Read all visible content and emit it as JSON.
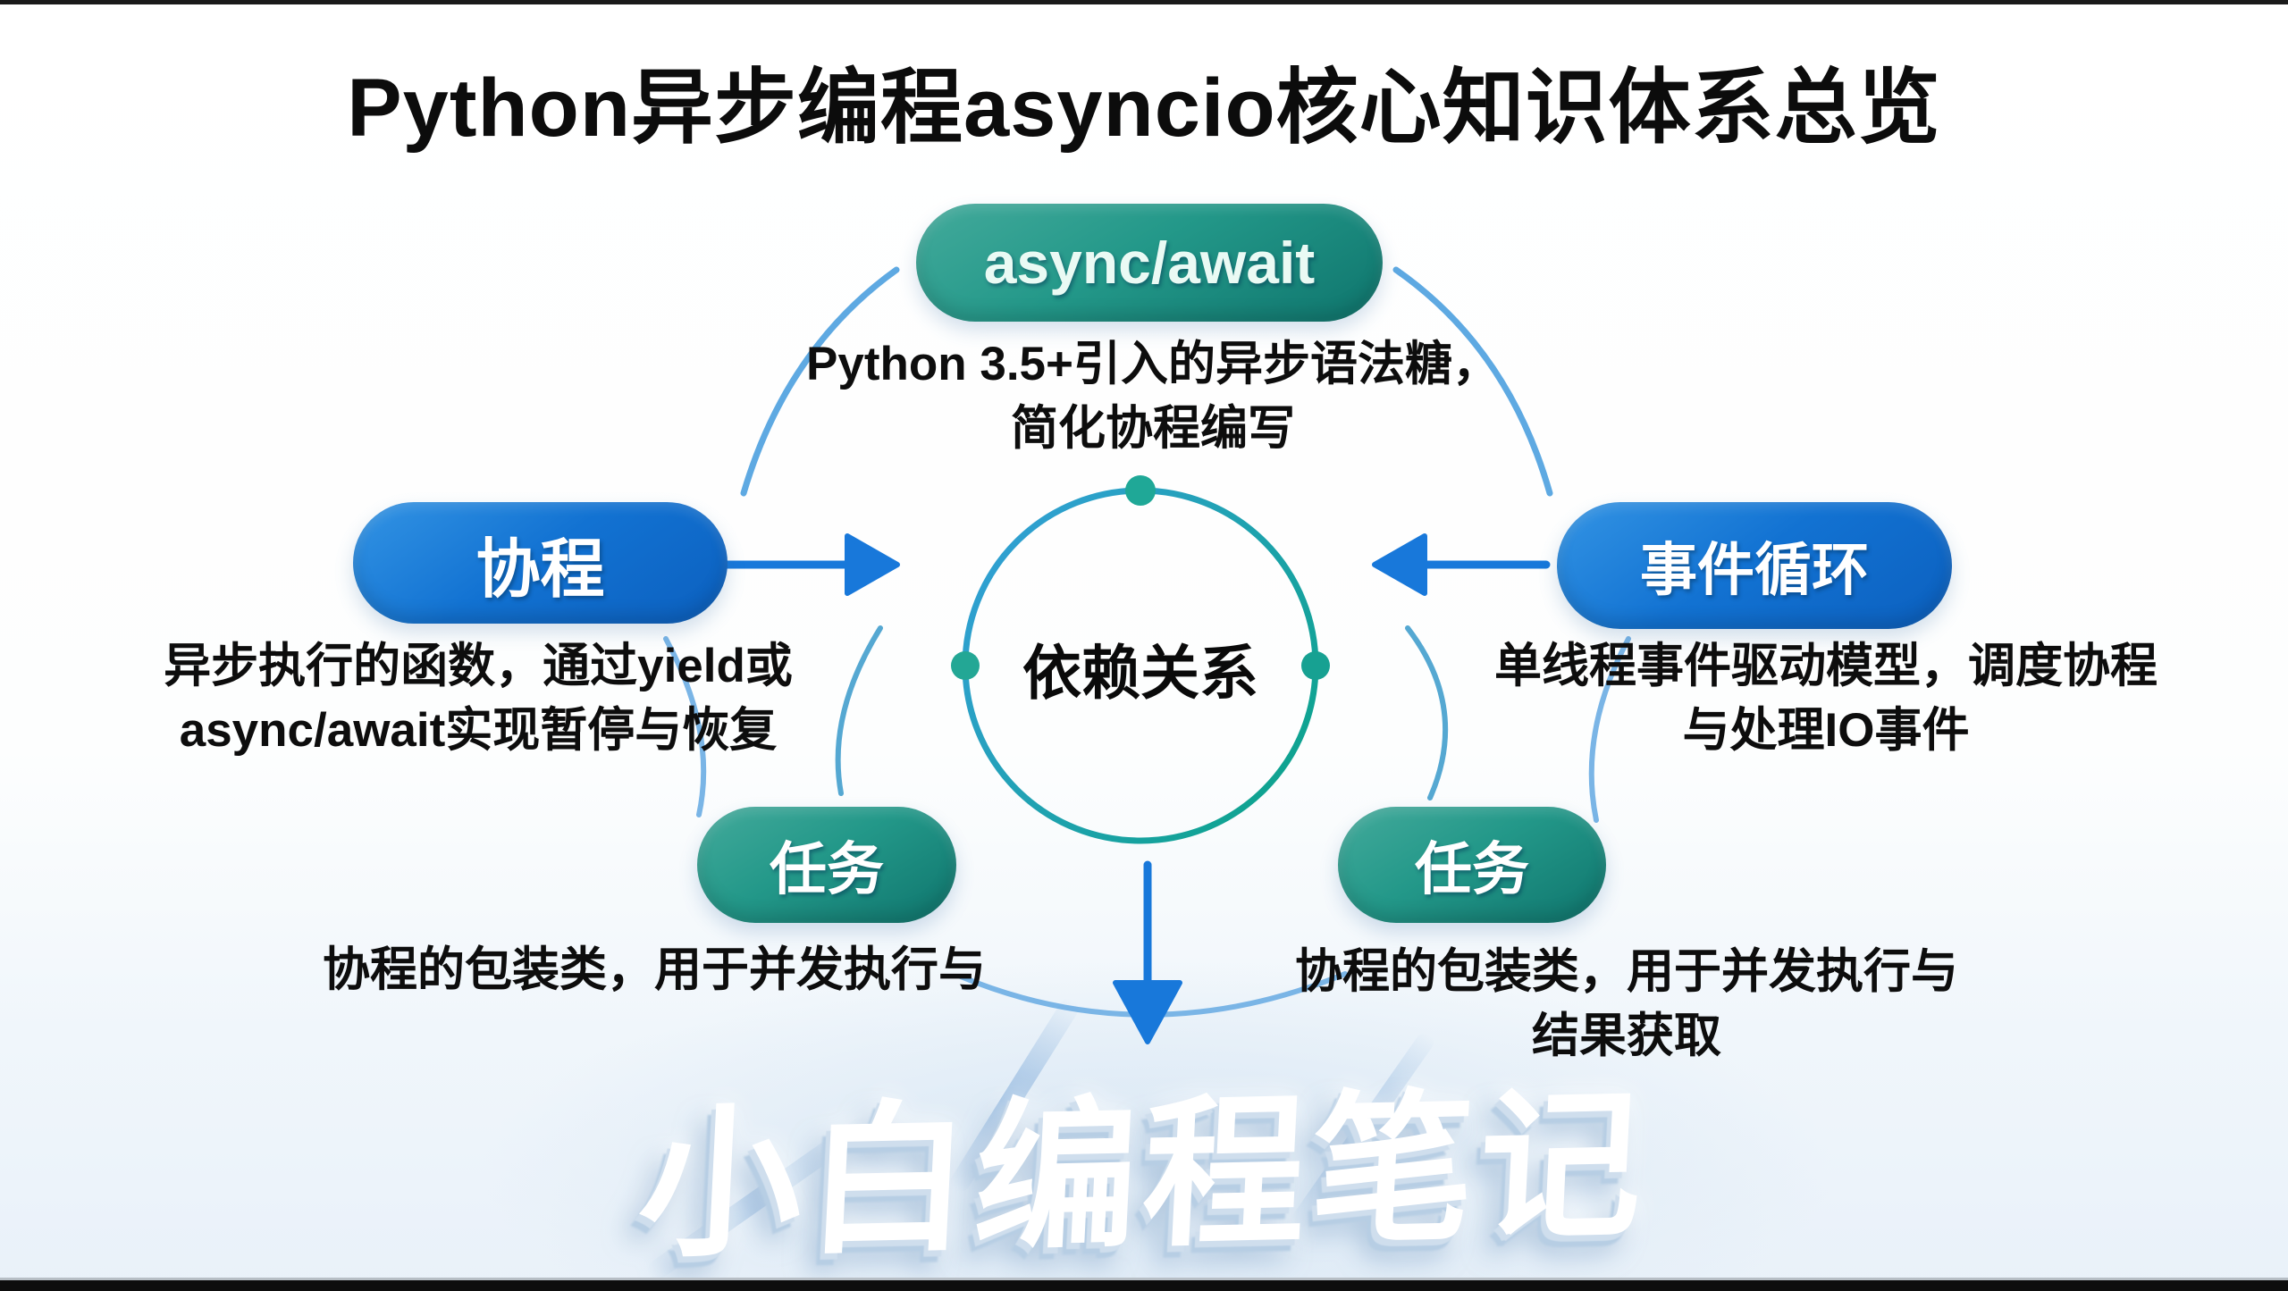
{
  "title": "Python异步编程asyncio核心知识体系总览",
  "center": {
    "label": "依赖关系"
  },
  "nodes": {
    "async_await": {
      "label": "async/await",
      "desc_line1": "Python 3.5+引入的异步语法糖，",
      "desc_line2": "简化协程编写"
    },
    "coroutine": {
      "label": "协程",
      "desc_line1": "异步执行的函数，通过yield或",
      "desc_line2": "async/await实现暂停与恢复"
    },
    "event_loop": {
      "label": "事件循环",
      "desc_line1": "单线程事件驱动模型，调度协程",
      "desc_line2": "与处理IO事件"
    },
    "task_left": {
      "label": "任务",
      "desc_line1": "协程的包装类，用于并发执行与"
    },
    "task_right": {
      "label": "任务",
      "desc_line1": "协程的包装类，用于并发执行与",
      "desc_line2": "结果获取"
    }
  },
  "watermark": "小白编程笔记",
  "colors": {
    "teal": "#23988a",
    "blue": "#1272d2",
    "arrow": "#1878da",
    "arc": "#5ea9e2",
    "arc_light": "#7ab5e6",
    "ring_blue": "#35a0dc",
    "ring_teal": "#0fa390",
    "dot": "#1fa897",
    "text": "#0d0d0d"
  }
}
